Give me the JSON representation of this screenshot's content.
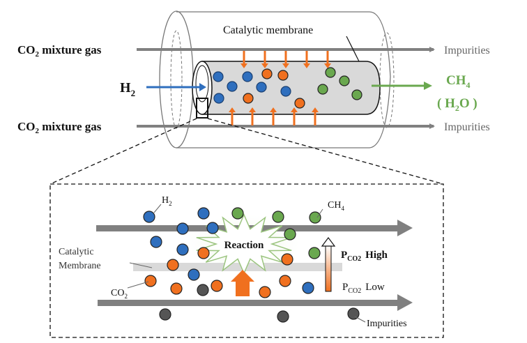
{
  "top": {
    "membrane_label": "Catalytic membrane",
    "feed_label_top": "CO",
    "feed_label_top_sub": "2",
    "feed_label_top_rest": " mixture gas",
    "feed_label_bottom": "CO",
    "feed_label_bottom_sub": "2",
    "feed_label_bottom_rest": " mixture gas",
    "h2_label": "H",
    "h2_sub": "2",
    "impurities_top": "Impurities",
    "impurities_bottom": "Impurities",
    "product_label": "CH",
    "product_sub": "4",
    "byproduct_open": "( H",
    "byproduct_sub": "2",
    "byproduct_close": "O )"
  },
  "inset": {
    "h2_label": "H",
    "h2_sub": "2",
    "ch4_label": "CH",
    "ch4_sub": "4",
    "co2_label": "CO",
    "co2_sub": "2",
    "membrane_label_line1": "Catalytic",
    "membrane_label_line2": "Membrane",
    "reaction_label": "Reaction",
    "pco2_high_p": "P",
    "pco2_high_sub": "CO2",
    "pco2_high_text": "High",
    "pco2_low_p": "P",
    "pco2_low_sub": "CO2",
    "pco2_low_text": "Low",
    "impurities_label": "Impurities"
  },
  "colors": {
    "h2": "#2f6fbe",
    "co2": "#f0701f",
    "ch4": "#6aa84f",
    "impurity": "#555555",
    "stream": "#808080",
    "membrane": "#d9d9d9",
    "product_text": "#6aa84f",
    "impurity_text": "#666666"
  }
}
